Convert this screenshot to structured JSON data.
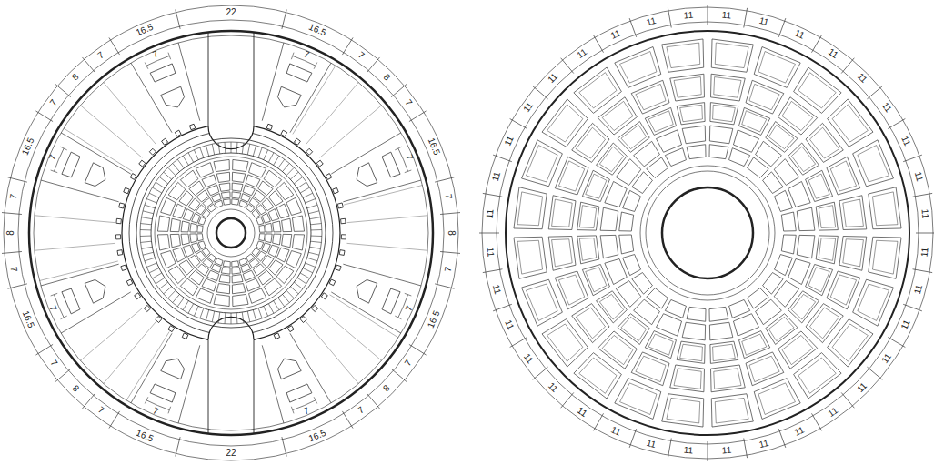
{
  "diagram": {
    "labels": [
      "22",
      "16.5",
      "7",
      "7",
      "8",
      "7",
      "16.5",
      "7",
      "7",
      "8",
      "7",
      "16.5",
      "7",
      "7",
      "8",
      "7",
      "16.5",
      "7",
      "22",
      "16.5",
      "7",
      "7",
      "8",
      "7",
      "16.5",
      "7",
      "7",
      "8",
      "7",
      "16.5",
      "7",
      "7",
      "8",
      "7",
      "16.5",
      "7",
      "11",
      "11",
      "11",
      "11",
      "11",
      "11",
      "11",
      "11",
      "11",
      "11",
      "11",
      "11",
      "11",
      "11",
      "11",
      "11",
      "11",
      "11",
      "11",
      "11",
      "11",
      "11",
      "11",
      "11",
      "11",
      "11",
      "11",
      "11",
      "11",
      "11",
      "11",
      "11",
      "11",
      "11",
      "11",
      "11"
    ]
  }
}
